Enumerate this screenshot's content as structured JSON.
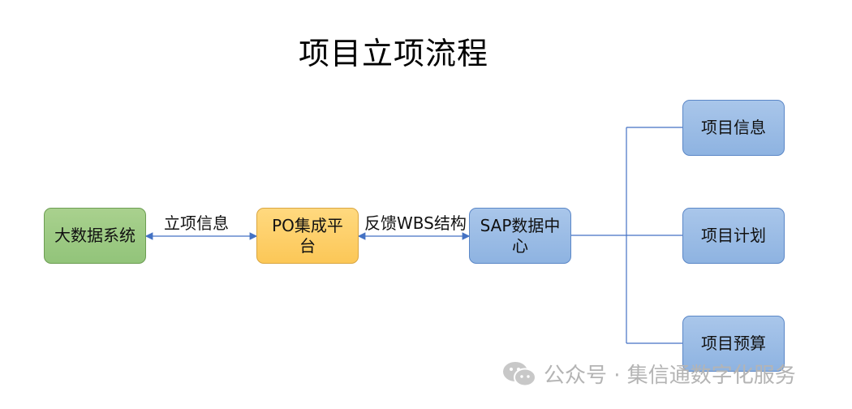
{
  "title": "项目立项流程",
  "nodes": {
    "big_data": "大数据系统",
    "po_platform": "PO集成平台",
    "sap_center": "SAP数据中心",
    "project_info": "项目信息",
    "project_plan": "项目计划",
    "project_budget": "项目预算"
  },
  "edges": {
    "approval_info": "立项信息",
    "feedback_wbs": "反馈WBS结构"
  },
  "watermark": {
    "text": "公众号 · 集信通数字化服务",
    "icon": "wechat-icon"
  },
  "colors": {
    "green": "#a9d18e",
    "orange": "#fcc757",
    "blue": "#8eb3e1",
    "line": "#4472c4"
  }
}
